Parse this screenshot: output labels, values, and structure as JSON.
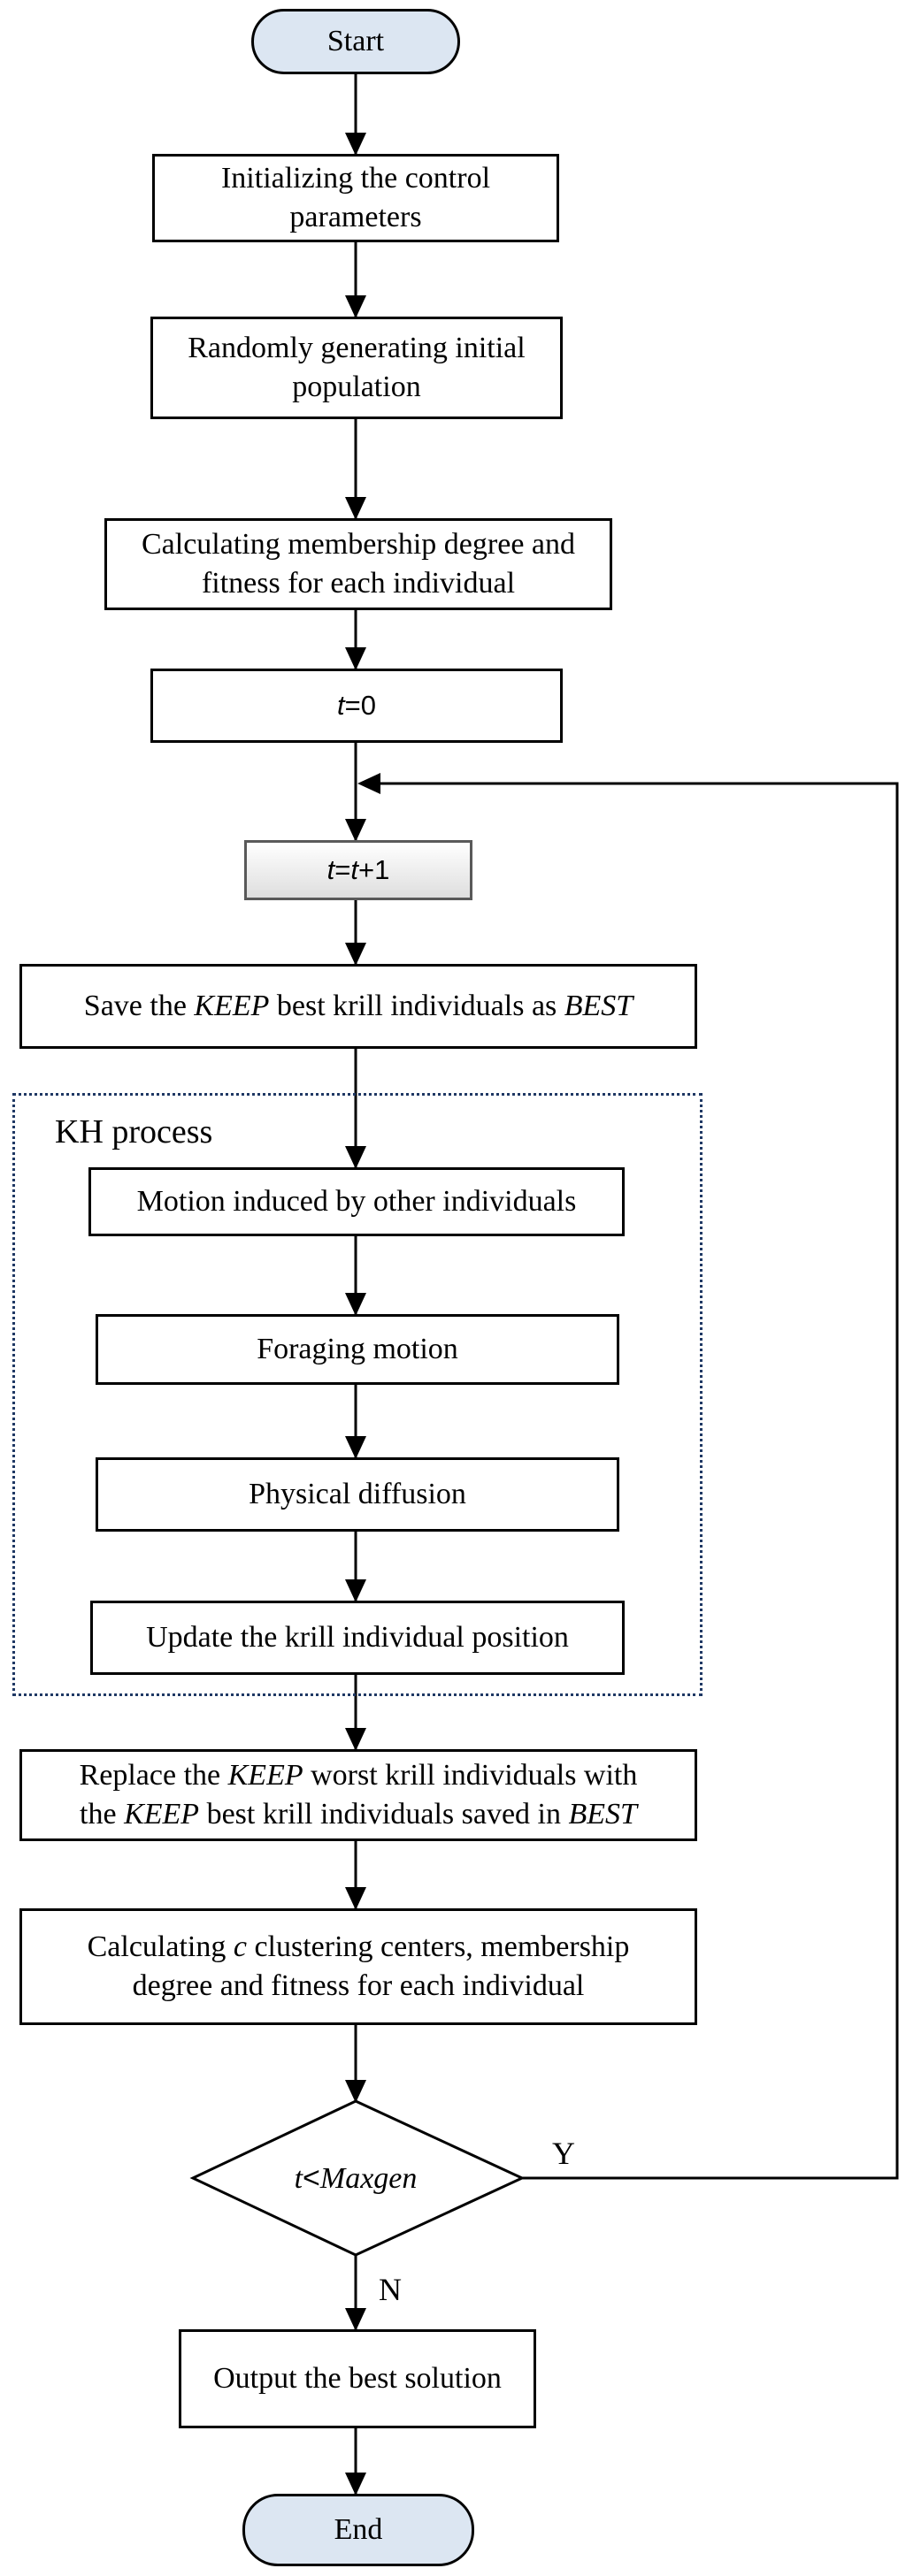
{
  "diagram": {
    "group_label": "KH process",
    "nodes": {
      "start": {
        "text": "Start"
      },
      "init_params": {
        "line1": "Initializing the control",
        "line2": "parameters"
      },
      "init_pop": {
        "line1": "Randomly generating initial",
        "line2": "population"
      },
      "calc_fitness": {
        "line1": "Calculating membership degree and",
        "line2": "fitness for each individual"
      },
      "t_zero": {
        "var": "t",
        "rest": "=0"
      },
      "t_inc": {
        "var1": "t",
        "eq": "=",
        "var2": "t",
        "rest": "+1"
      },
      "save_best": {
        "pre": "Save the ",
        "keep": "KEEP",
        "mid": " best krill individuals as ",
        "best": "BEST"
      },
      "motion": {
        "text": "Motion induced by other individuals"
      },
      "foraging": {
        "text": "Foraging motion"
      },
      "diffusion": {
        "text": "Physical diffusion"
      },
      "update": {
        "text": "Update the krill individual position"
      },
      "replace": {
        "l1_pre": "Replace the ",
        "l1_keep": "KEEP",
        "l1_post": " worst krill individuals with",
        "l2_pre": "the ",
        "l2_keep": "KEEP",
        "l2_mid": " best krill individuals saved in ",
        "l2_best": "BEST"
      },
      "clustering": {
        "l1_pre": "Calculating ",
        "l1_c": "c",
        "l1_post": " clustering centers, membership",
        "l2": "degree and fitness for each individual"
      },
      "decision": {
        "var": "t",
        "op": "<",
        "max": "Maxgen"
      },
      "output": {
        "text": "Output the best solution"
      },
      "end": {
        "text": "End"
      }
    },
    "edge_labels": {
      "yes": "Y",
      "no": "N"
    }
  }
}
